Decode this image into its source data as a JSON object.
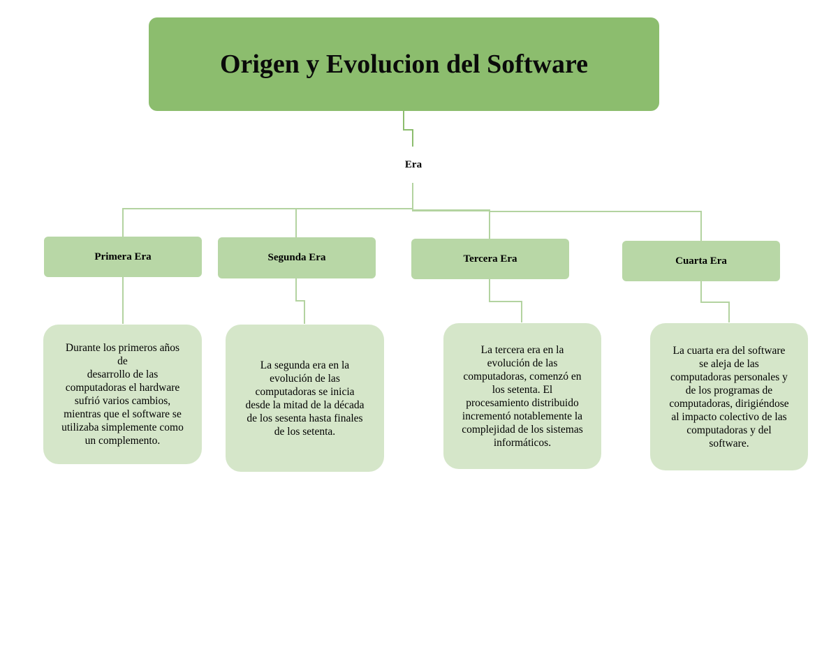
{
  "diagram": {
    "title": "Origen y Evolucion del Software",
    "connector_label": "Era",
    "colors": {
      "title_fill": "#8cbd6e",
      "era_header_fill": "#b8d7a6",
      "description_fill": "#d5e6c9",
      "connector": "#b3d3a0"
    },
    "eras": [
      {
        "label": "Primera Era",
        "description": "Durante los primeros años\nde\ndesarrollo de las\ncomputadoras  el hardware\nsufrió varios cambios,\nmientras que el software se\nutilizaba simplemente como\nun complemento."
      },
      {
        "label": "Segunda Era",
        "description": "La segunda era en la\nevolución de las\ncomputadoras se inicia\ndesde la mitad de la década\nde los sesenta hasta finales\nde los setenta."
      },
      {
        "label": "Tercera Era",
        "description": "La tercera era en la\nevolución de las\ncomputadoras, comenzó  en\nlos setenta. El\nprocesamiento distribuido\nincrementó notablemente la\ncomplejidad de los sistemas\ninformáticos."
      },
      {
        "label": "Cuarta Era",
        "description": "La cuarta era del software\nse aleja de las\ncomputadoras personales y\nde los programas de\ncomputadoras, dirigiéndose\nal impacto colectivo de las\ncomputadoras y del\nsoftware."
      }
    ]
  }
}
